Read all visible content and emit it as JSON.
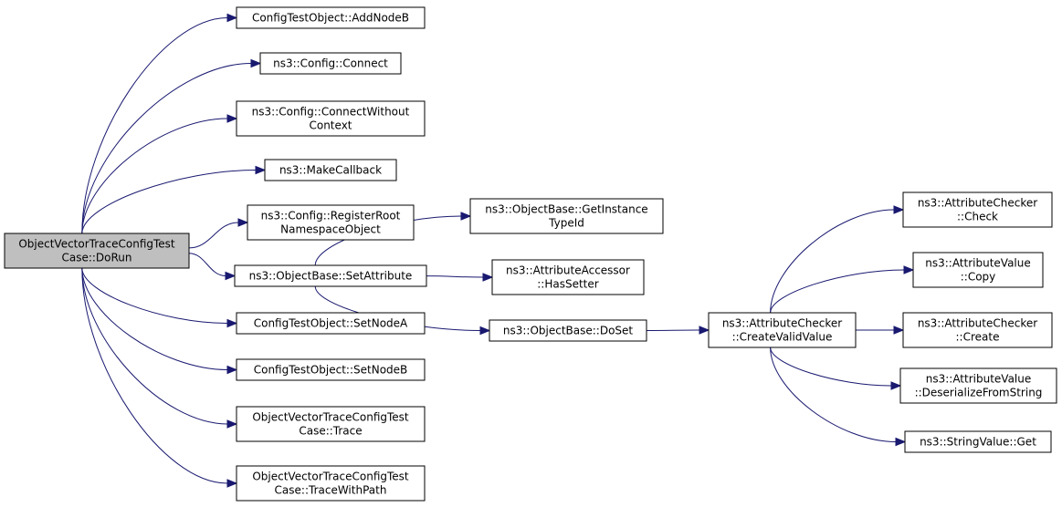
{
  "colors": {
    "node_fill": "#ffffff",
    "root_fill": "#bfbfbf",
    "border": "#000000",
    "edge": "#191970"
  },
  "nodes": [
    {
      "id": "dorun",
      "lines": [
        "ObjectVectorTraceConfigTest",
        "Case::DoRun"
      ],
      "root": true
    },
    {
      "id": "addnodeb",
      "lines": [
        "ConfigTestObject::AddNodeB"
      ]
    },
    {
      "id": "connect",
      "lines": [
        "ns3::Config::Connect"
      ]
    },
    {
      "id": "connectwithout",
      "lines": [
        "ns3::Config::ConnectWithout",
        "Context"
      ]
    },
    {
      "id": "makecallback",
      "lines": [
        "ns3::MakeCallback"
      ]
    },
    {
      "id": "registerroot",
      "lines": [
        "ns3::Config::RegisterRoot",
        "NamespaceObject"
      ]
    },
    {
      "id": "setattribute",
      "lines": [
        "ns3::ObjectBase::SetAttribute"
      ]
    },
    {
      "id": "setnodea",
      "lines": [
        "ConfigTestObject::SetNodeA"
      ]
    },
    {
      "id": "setnodeb",
      "lines": [
        "ConfigTestObject::SetNodeB"
      ]
    },
    {
      "id": "trace",
      "lines": [
        "ObjectVectorTraceConfigTest",
        "Case::Trace"
      ]
    },
    {
      "id": "tracewithpath",
      "lines": [
        "ObjectVectorTraceConfigTest",
        "Case::TraceWithPath"
      ]
    },
    {
      "id": "getinstancetypeid",
      "lines": [
        "ns3::ObjectBase::GetInstance",
        "TypeId"
      ]
    },
    {
      "id": "hassetter",
      "lines": [
        "ns3::AttributeAccessor",
        "::HasSetter"
      ]
    },
    {
      "id": "doset",
      "lines": [
        "ns3::ObjectBase::DoSet"
      ]
    },
    {
      "id": "createvalidvalue",
      "lines": [
        "ns3::AttributeChecker",
        "::CreateValidValue"
      ]
    },
    {
      "id": "check",
      "lines": [
        "ns3::AttributeChecker",
        "::Check"
      ]
    },
    {
      "id": "copy",
      "lines": [
        "ns3::AttributeValue",
        "::Copy"
      ]
    },
    {
      "id": "create",
      "lines": [
        "ns3::AttributeChecker",
        "::Create"
      ]
    },
    {
      "id": "deserialize",
      "lines": [
        "ns3::AttributeValue",
        "::DeserializeFromString"
      ]
    },
    {
      "id": "stringget",
      "lines": [
        "ns3::StringValue::Get"
      ]
    }
  ],
  "edges": [
    [
      "dorun",
      "addnodeb"
    ],
    [
      "dorun",
      "connect"
    ],
    [
      "dorun",
      "connectwithout"
    ],
    [
      "dorun",
      "makecallback"
    ],
    [
      "dorun",
      "registerroot"
    ],
    [
      "dorun",
      "setattribute"
    ],
    [
      "dorun",
      "setnodea"
    ],
    [
      "dorun",
      "setnodeb"
    ],
    [
      "dorun",
      "trace"
    ],
    [
      "dorun",
      "tracewithpath"
    ],
    [
      "setattribute",
      "getinstancetypeid"
    ],
    [
      "setattribute",
      "hassetter"
    ],
    [
      "setattribute",
      "doset"
    ],
    [
      "doset",
      "createvalidvalue"
    ],
    [
      "createvalidvalue",
      "check"
    ],
    [
      "createvalidvalue",
      "copy"
    ],
    [
      "createvalidvalue",
      "create"
    ],
    [
      "createvalidvalue",
      "deserialize"
    ],
    [
      "createvalidvalue",
      "stringget"
    ]
  ]
}
